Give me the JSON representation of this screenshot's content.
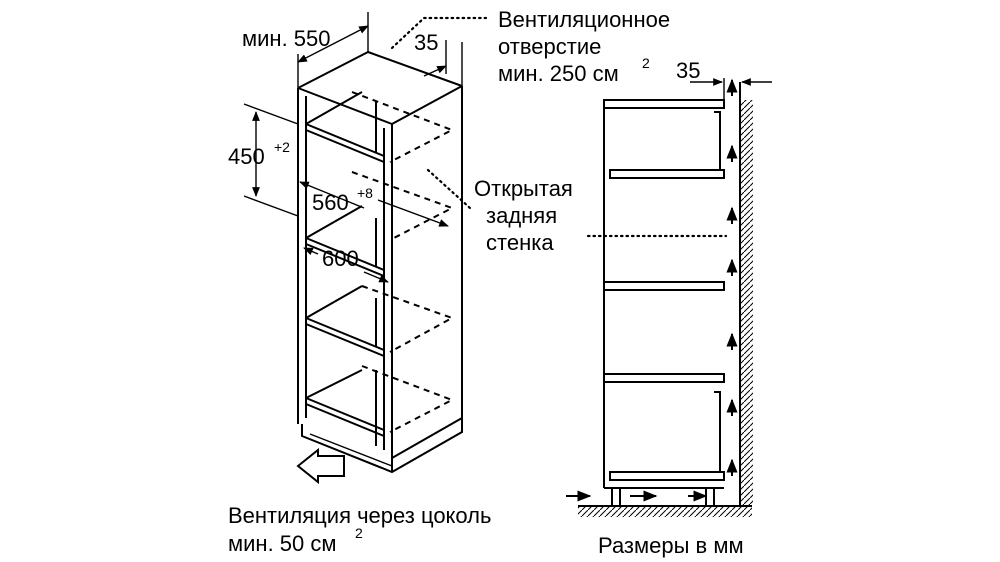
{
  "labels": {
    "width_min": "мин. 550",
    "gap_35_top": "35",
    "vent_line1": "Вентиляционное",
    "vent_line2": "отверстие",
    "vent_line3": "мин. 250 см",
    "vent_sup": "2",
    "gap_35_side": "35",
    "height_450": "450",
    "height_450_sup": "+2",
    "width_560": "560",
    "width_560_sup": "+8",
    "depth_600": "600",
    "back_line1": "Открытая",
    "back_line2": "задняя",
    "back_line3": "стенка",
    "plinth_line1": "Вентиляция через цоколь",
    "plinth_line2": "мин. 50 см",
    "plinth_sup": "2",
    "units": "Размеры в мм"
  },
  "icons": {
    "airflow_arrow": "hollow-arrow",
    "up_arrows": "arrow-up-icon",
    "right_arrows": "arrow-right-icon"
  }
}
